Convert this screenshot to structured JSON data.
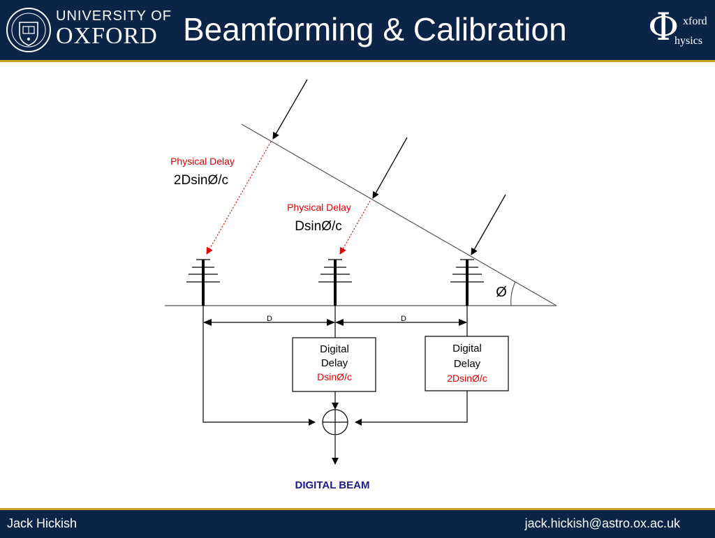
{
  "header": {
    "university_line1": "UNIVERSITY OF",
    "university_line2": "OXFORD",
    "title": "Beamforming & Calibration",
    "physics_logo": {
      "symbol": "Φ",
      "line1": "xford",
      "line2": "hysics"
    }
  },
  "diagram": {
    "physical_delay_1": {
      "label": "Physical Delay",
      "formula": "2DsinØ/c"
    },
    "physical_delay_2": {
      "label": "Physical Delay",
      "formula": "DsinØ/c"
    },
    "angle_symbol": "Ø",
    "spacing_label_1": "D",
    "spacing_label_2": "D",
    "digital_delay_1": {
      "line1": "Digital",
      "line2": "Delay",
      "formula": "DsinØ/c"
    },
    "digital_delay_2": {
      "line1": "Digital",
      "line2": "Delay",
      "formula": "2DsinØ/c"
    },
    "output_label": "DIGITAL BEAM"
  },
  "footer": {
    "name": "Jack Hickish",
    "email": "jack.hickish@astro.ox.ac.uk"
  },
  "colors": {
    "header_bg": "#0b2447",
    "accent_gold": "#c9a227",
    "delay_red": "#e00000",
    "beam_blue": "#1a1a8c"
  }
}
